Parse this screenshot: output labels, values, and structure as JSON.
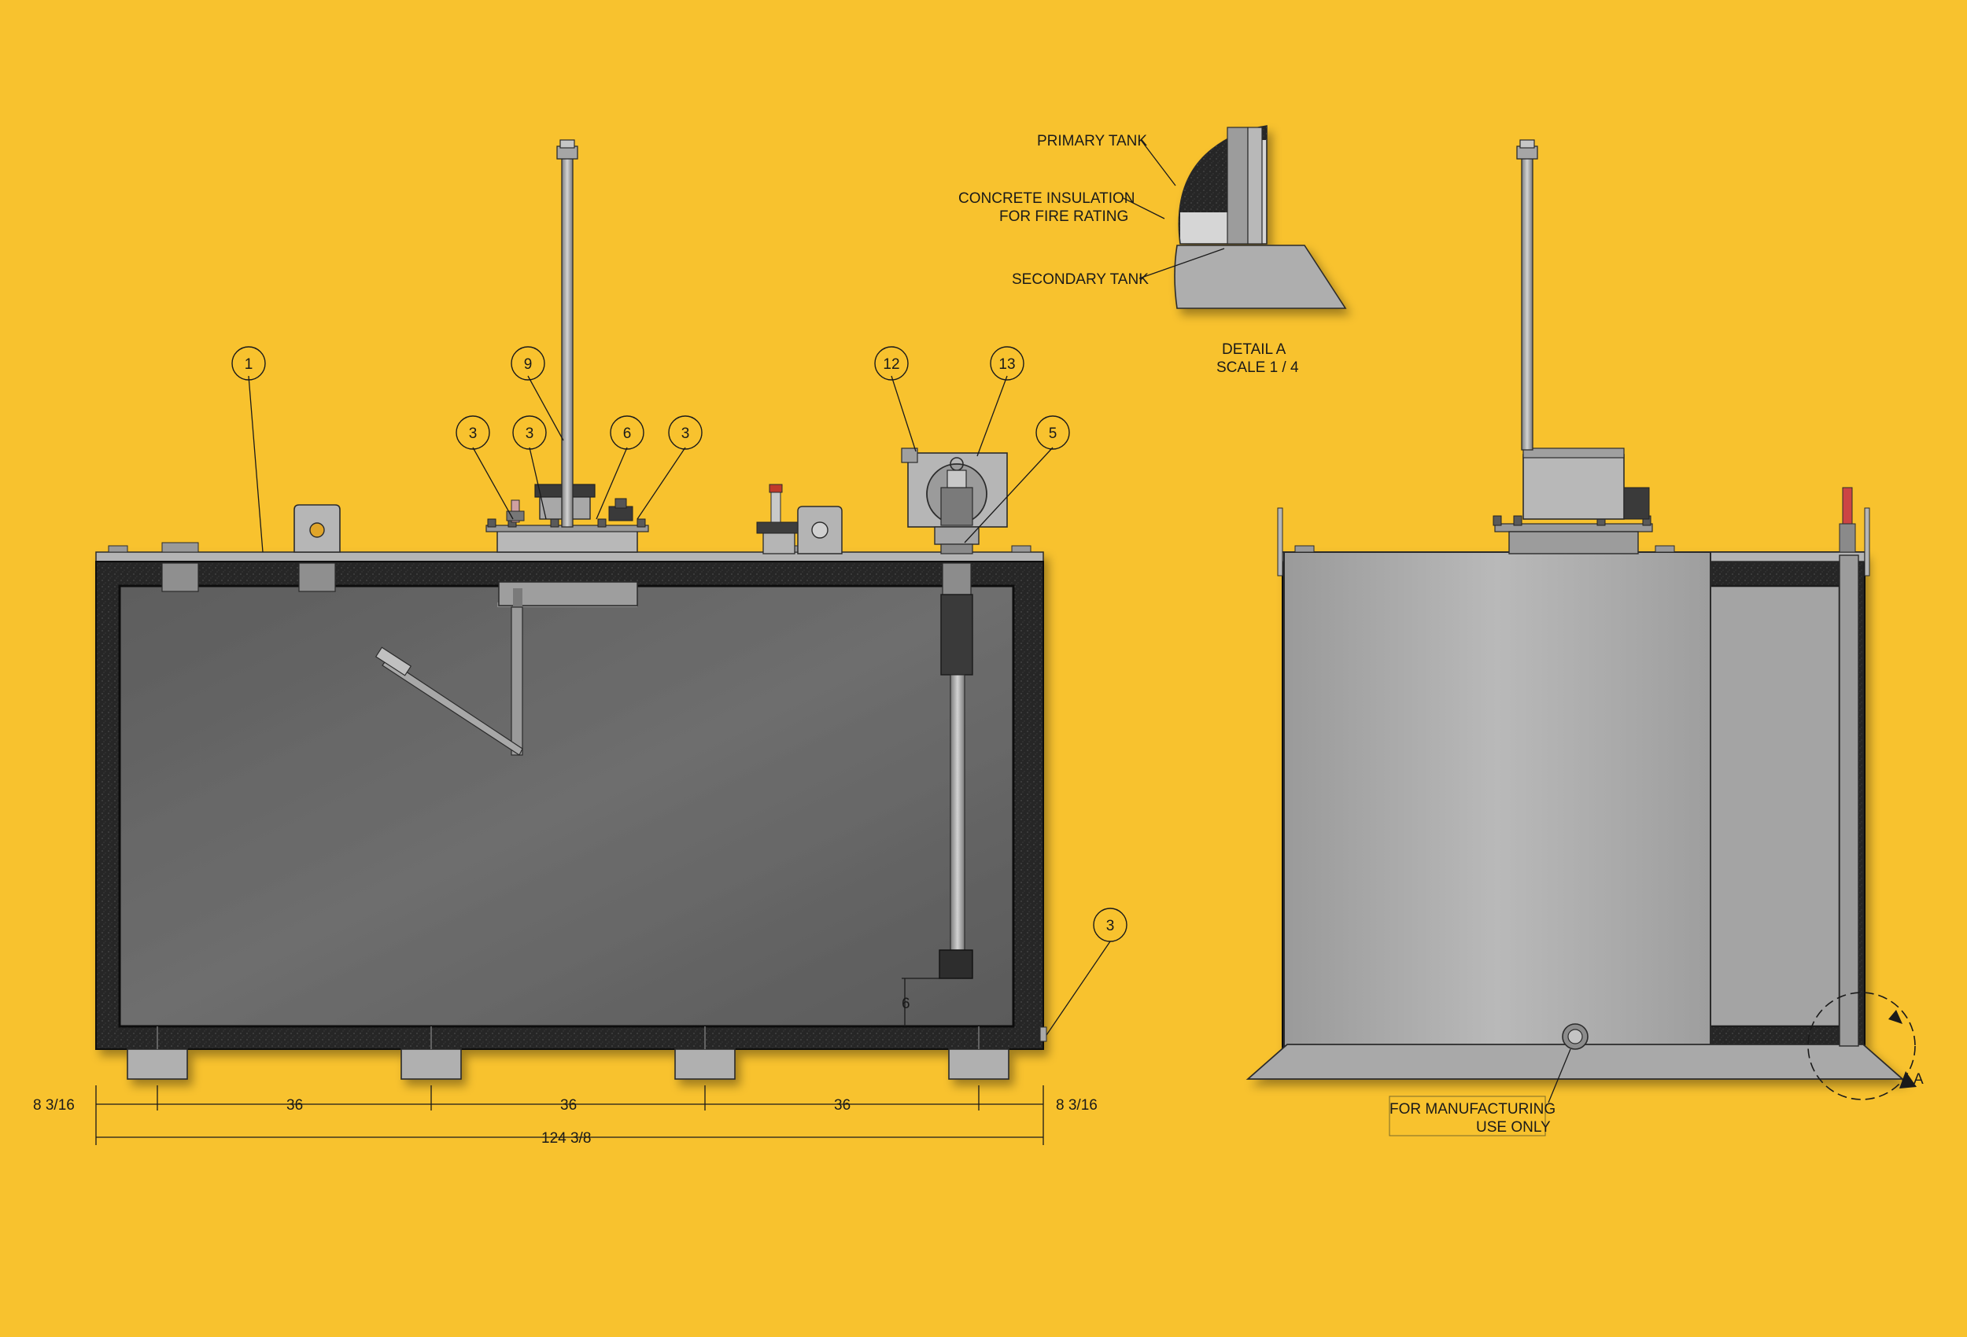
{
  "detail_callouts": {
    "primary_tank": "PRIMARY TANK",
    "concrete_line1": "CONCRETE INSULATION",
    "concrete_line2": "FOR FIRE RATING",
    "secondary_tank": "SECONDARY TANK",
    "detail_title": "DETAIL  A",
    "detail_scale": "SCALE 1 / 4"
  },
  "balloons": [
    {
      "id": "b1",
      "label": "1"
    },
    {
      "id": "b9",
      "label": "9"
    },
    {
      "id": "b3a",
      "label": "3"
    },
    {
      "id": "b3b",
      "label": "3"
    },
    {
      "id": "b6",
      "label": "6"
    },
    {
      "id": "b3c",
      "label": "3"
    },
    {
      "id": "b12",
      "label": "12"
    },
    {
      "id": "b13",
      "label": "13"
    },
    {
      "id": "b5",
      "label": "5"
    },
    {
      "id": "b3d",
      "label": "3"
    }
  ],
  "dimensions": {
    "left_offset": "8 3/16",
    "span1": "36",
    "span2": "36",
    "span3": "36",
    "right_offset": "8 3/16",
    "overall": "124 3/8",
    "suction_height": "6"
  },
  "side_view": {
    "note_line1": "FOR MANUFACTURING",
    "note_line2": "USE ONLY",
    "section_marker": "A"
  },
  "colors": {
    "background": "#F8C22E",
    "insulation": "#2a2a2a",
    "tank_interior": "#6a6a6a",
    "steel": "#a8a8a8"
  }
}
